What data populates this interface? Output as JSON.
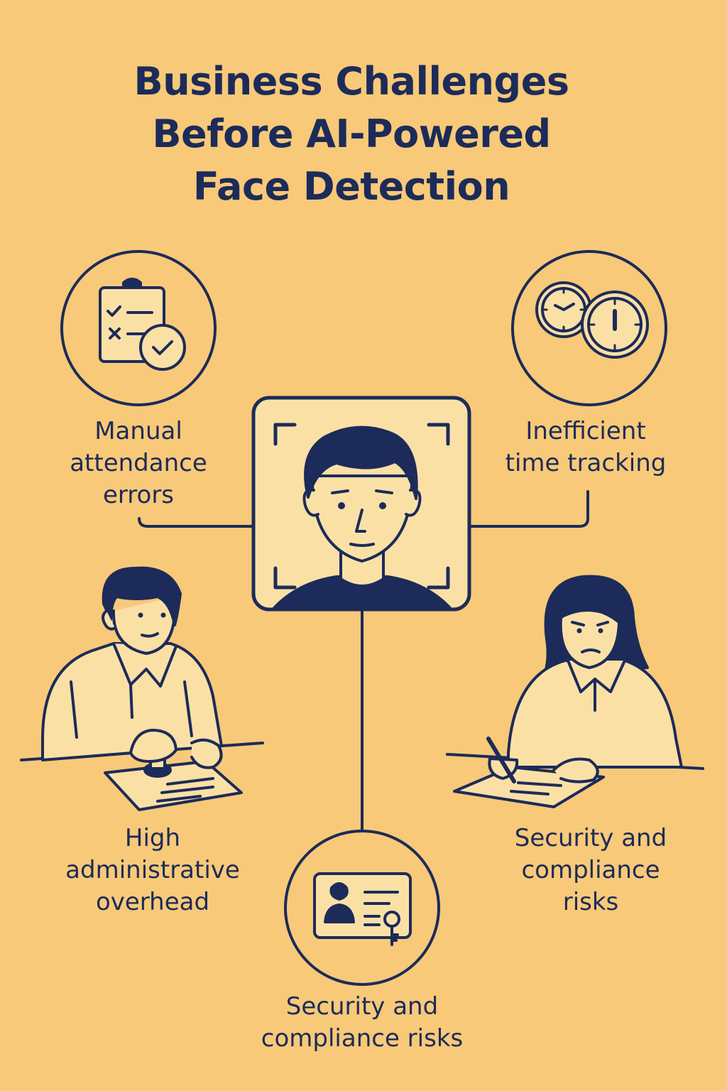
{
  "title": {
    "line1": "Business Challenges",
    "line2": "Before AI-Powered",
    "line3": "Face Detection"
  },
  "labels": {
    "manual_attendance": [
      "Manual",
      "attendance",
      "errors"
    ],
    "time_tracking": [
      "Inefficient",
      "time tracking"
    ],
    "admin_overhead": [
      "High",
      "administrative",
      "overhead"
    ],
    "security_right": [
      "Security and",
      "compliance",
      "risks"
    ],
    "security_bottom": [
      "Security and",
      "compliance risks"
    ]
  },
  "colors": {
    "background": "#f8c978",
    "ink": "#1c2b59",
    "panel": "#fbe0a6"
  },
  "icons": {
    "clipboard": "clipboard-checklist-icon",
    "clocks": "two-clocks-icon",
    "face": "face-scan-icon",
    "id_card": "id-card-key-icon",
    "man": "man-stamping-document",
    "woman": "woman-signing-document"
  }
}
